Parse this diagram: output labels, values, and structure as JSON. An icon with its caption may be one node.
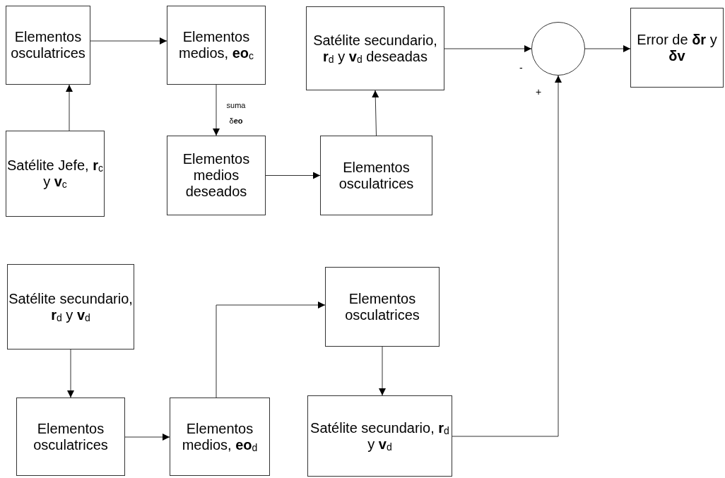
{
  "diagram": {
    "nodes": [
      {
        "text": [
          "Elementos osculatrices"
        ]
      },
      {
        "text": [
          "Elementos medios, **eo**$_{c}$"
        ]
      },
      {
        "text": [
          "Satélite secundario, **r**$_{d}$ y **v**$_{d}$ deseadas"
        ]
      },
      {
        "text": [],
        "shape": "circle"
      },
      {
        "text": [
          "Error de **δr** y **δv**"
        ]
      },
      {
        "text": [
          "Satélite Jefe, **r**$_{c}$ y **v**$_{c}$"
        ]
      },
      {
        "text": [
          "Elementos medios deseados"
        ]
      },
      {
        "text": [
          "Elementos osculatrices"
        ]
      },
      {
        "text": [
          "Satélite secundario, **r**$_{d}$ y **v**$_{d}$"
        ]
      },
      {
        "text": [
          "Elementos osculatrices"
        ]
      },
      {
        "text": [
          "Elementos medios, **eo**$_{d}$"
        ]
      },
      {
        "text": [
          "Elementos osculatrices"
        ]
      },
      {
        "text": [
          "Satélite secundario, **r**$_{d}$ y **v**$_{d}$"
        ]
      }
    ],
    "edges": [
      {
        "from": 5,
        "to": 0,
        "arrow": "to"
      },
      {
        "from": 0,
        "to": 1,
        "arrow": "to"
      },
      {
        "from": 1,
        "to": 6,
        "arrow": "to",
        "label": "suma δ**eo**"
      },
      {
        "from": 6,
        "to": 7,
        "arrow": "to"
      },
      {
        "from": 7,
        "to": 2,
        "arrow": "to"
      },
      {
        "from": 2,
        "to": 3,
        "arrow": "to"
      },
      {
        "from": 3,
        "to": 4,
        "arrow": "to"
      },
      {
        "from": 12,
        "to": 3,
        "arrow": "to"
      },
      {
        "from": 8,
        "to": 9,
        "arrow": "to"
      },
      {
        "from": 9,
        "to": 10,
        "arrow": "to"
      },
      {
        "from": 10,
        "to": 11,
        "arrow": "to"
      },
      {
        "from": 11,
        "to": 12,
        "arrow": "to"
      }
    ],
    "labels": [
      "-",
      "+"
    ]
  }
}
